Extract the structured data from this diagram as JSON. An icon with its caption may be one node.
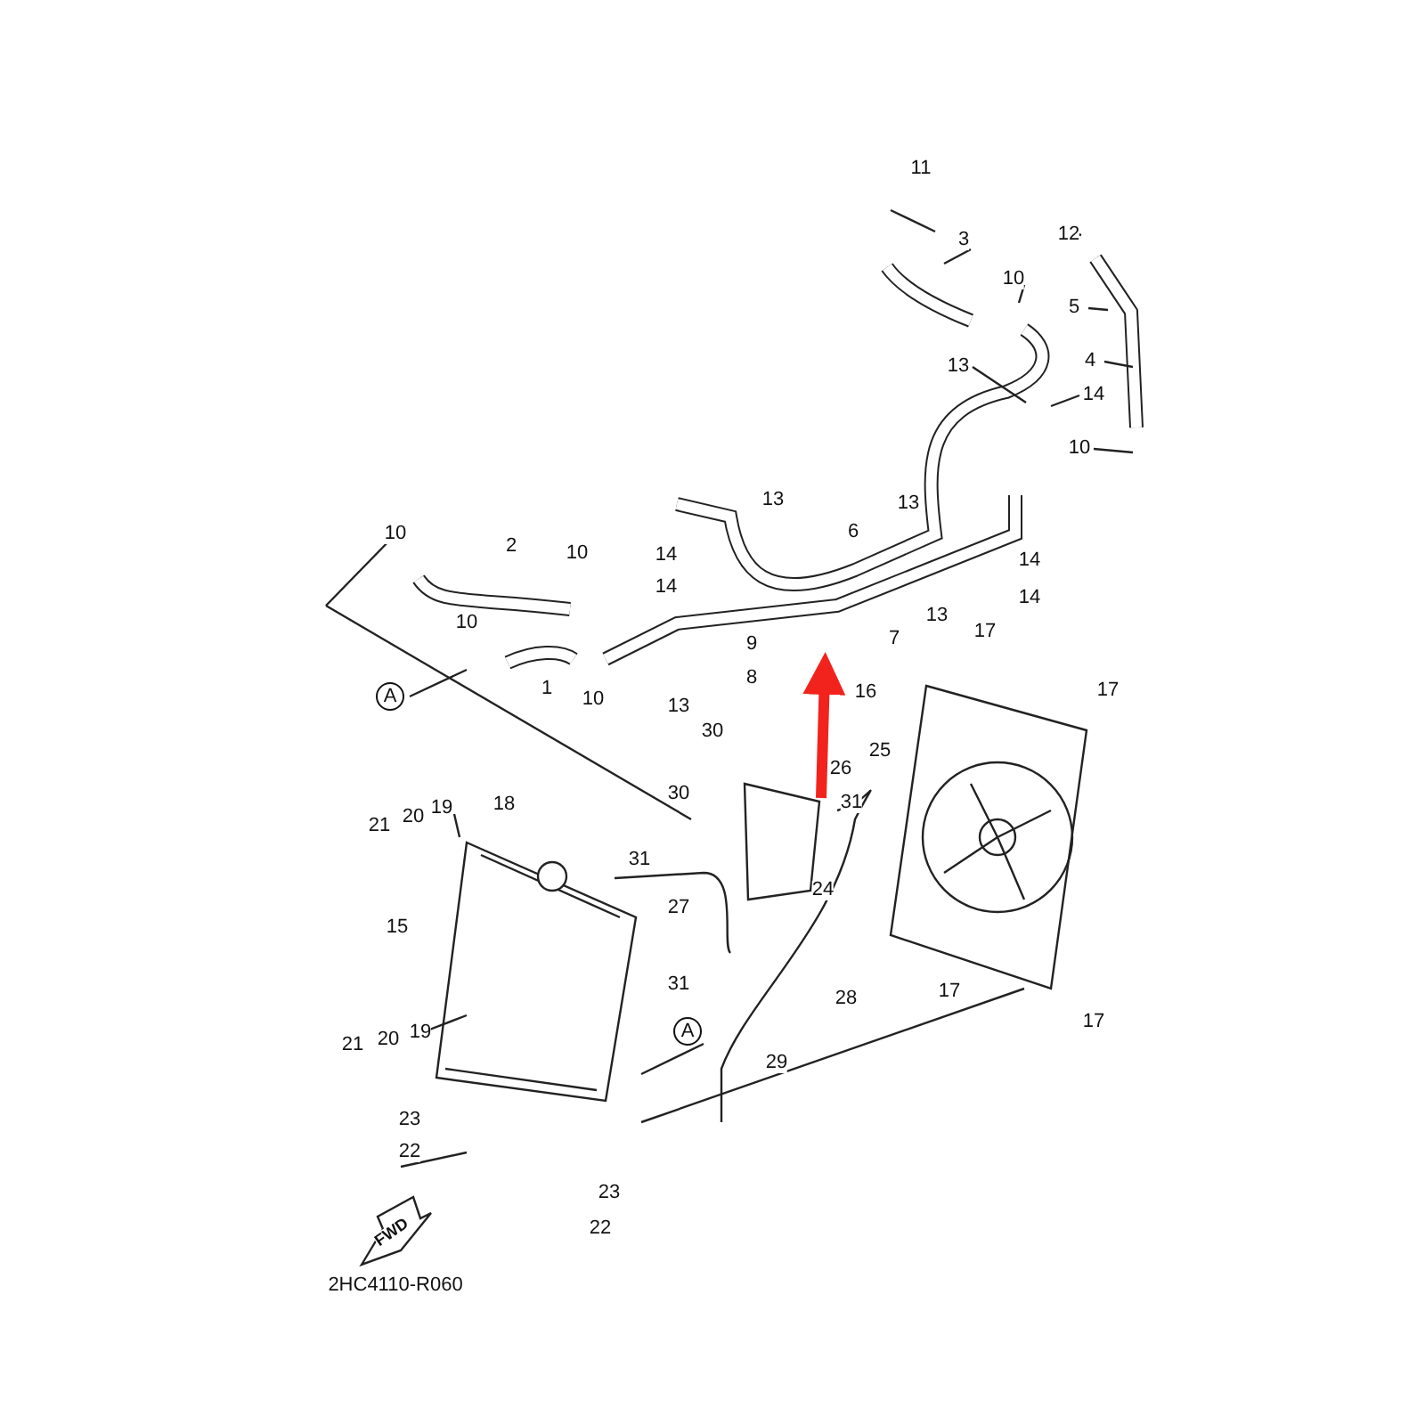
{
  "diagram": {
    "labels": [
      "11",
      "3",
      "12",
      "10",
      "5",
      "4",
      "13",
      "14",
      "10",
      "13",
      "13",
      "6",
      "10",
      "2",
      "10",
      "14",
      "14",
      "14",
      "14",
      "13",
      "7",
      "17",
      "10",
      "9",
      "8",
      "1",
      "10",
      "A",
      "13",
      "16",
      "17",
      "30",
      "25",
      "26",
      "30",
      "31",
      "18",
      "21",
      "20",
      "19",
      "31",
      "24",
      "27",
      "15",
      "31",
      "28",
      "17",
      "17",
      "21",
      "20",
      "19",
      "A",
      "29",
      "23",
      "22",
      "23",
      "22",
      "FWD",
      "2HC4110-R060"
    ]
  }
}
